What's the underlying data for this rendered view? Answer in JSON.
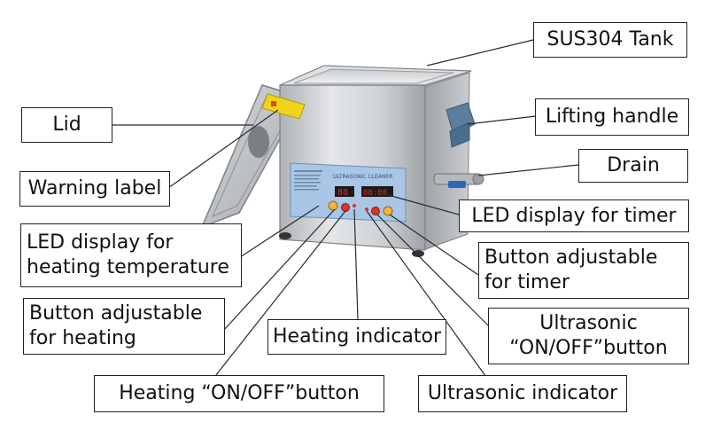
{
  "colors": {
    "line": "#2a2a2a",
    "steel_light": "#e2e4e6",
    "steel_mid": "#b7babd",
    "steel_dark": "#8c9094",
    "panel_blue": "#a9c6e6",
    "handle_blue": "#5a7e9c",
    "warning_yellow": "#f2d21a",
    "led_red": "#e0302a"
  },
  "device": {
    "panel_title": "ULTRASONIC CLEANER",
    "temp_display": "88",
    "timer_display": "88:88"
  },
  "labels": {
    "tank": "SUS304 Tank",
    "lid": "Lid",
    "lifting_handle": "Lifting handle",
    "drain": "Drain",
    "warning_label": "Warning label",
    "led_timer": "LED display for timer",
    "led_heating_line1": "LED display for",
    "led_heating_line2": "heating temperature",
    "btn_timer_line1": "Button adjustable",
    "btn_timer_line2": "for timer",
    "btn_heating_line1": "Button adjustable",
    "btn_heating_line2": "for heating",
    "ultra_onoff_line1": "Ultrasonic",
    "ultra_onoff_line2": "“ON/OFF”button",
    "heating_indicator": "Heating indicator",
    "heating_onoff": "Heating “ON/OFF”button",
    "ultrasonic_indicator": "Ultrasonic indicator"
  }
}
